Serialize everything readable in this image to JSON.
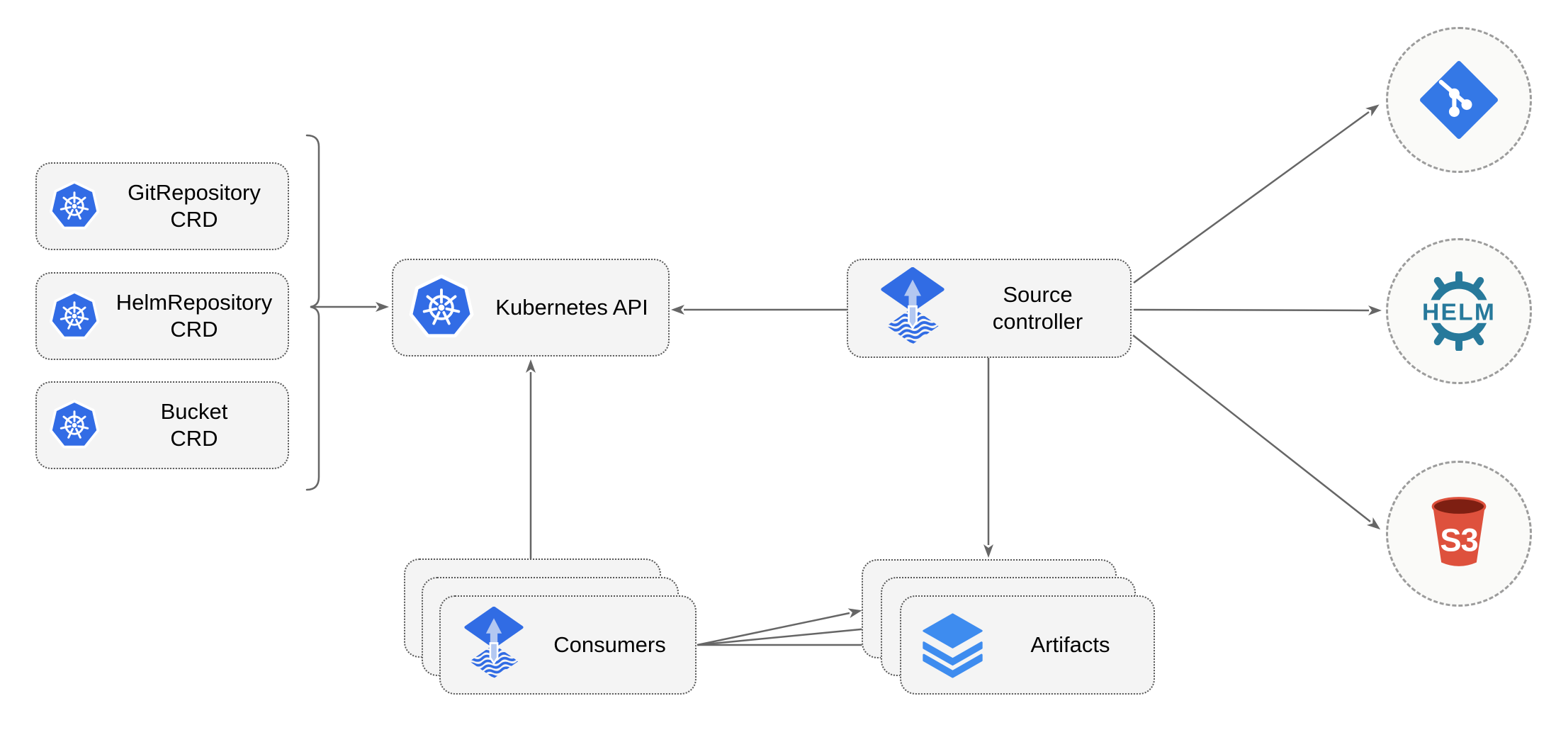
{
  "colors": {
    "canvas_bg": "#ffffff",
    "box_fill": "#f4f4f4",
    "box_border": "#575757",
    "circle_fill": "#fafaf8",
    "circle_border": "#9c9c9c",
    "arrow_gray": "#666666",
    "text_color": "#000000",
    "kubernetes_blue": "#326ce5",
    "flux_blue": "#316ce4",
    "flux_arrow_light": "#b3c8f1",
    "layers_blue": "#3e8cef",
    "git_blue": "#3478e6",
    "helm_teal": "#27799b",
    "s3_red": "#de513d",
    "s3_dark_red": "#7e1f12"
  },
  "diagram": {
    "crd_boxes": [
      {
        "label": "GitRepository\nCRD"
      },
      {
        "label": "HelmRepository\nCRD"
      },
      {
        "label": "Bucket\nCRD"
      }
    ],
    "kubernetes_api": {
      "label": "Kubernetes API"
    },
    "source_controller": {
      "label": "Source\ncontroller"
    },
    "consumers": {
      "label": "Consumers"
    },
    "artifacts": {
      "label": "Artifacts"
    },
    "helm_icon_text": "HELM",
    "s3_icon_text": "S3"
  }
}
